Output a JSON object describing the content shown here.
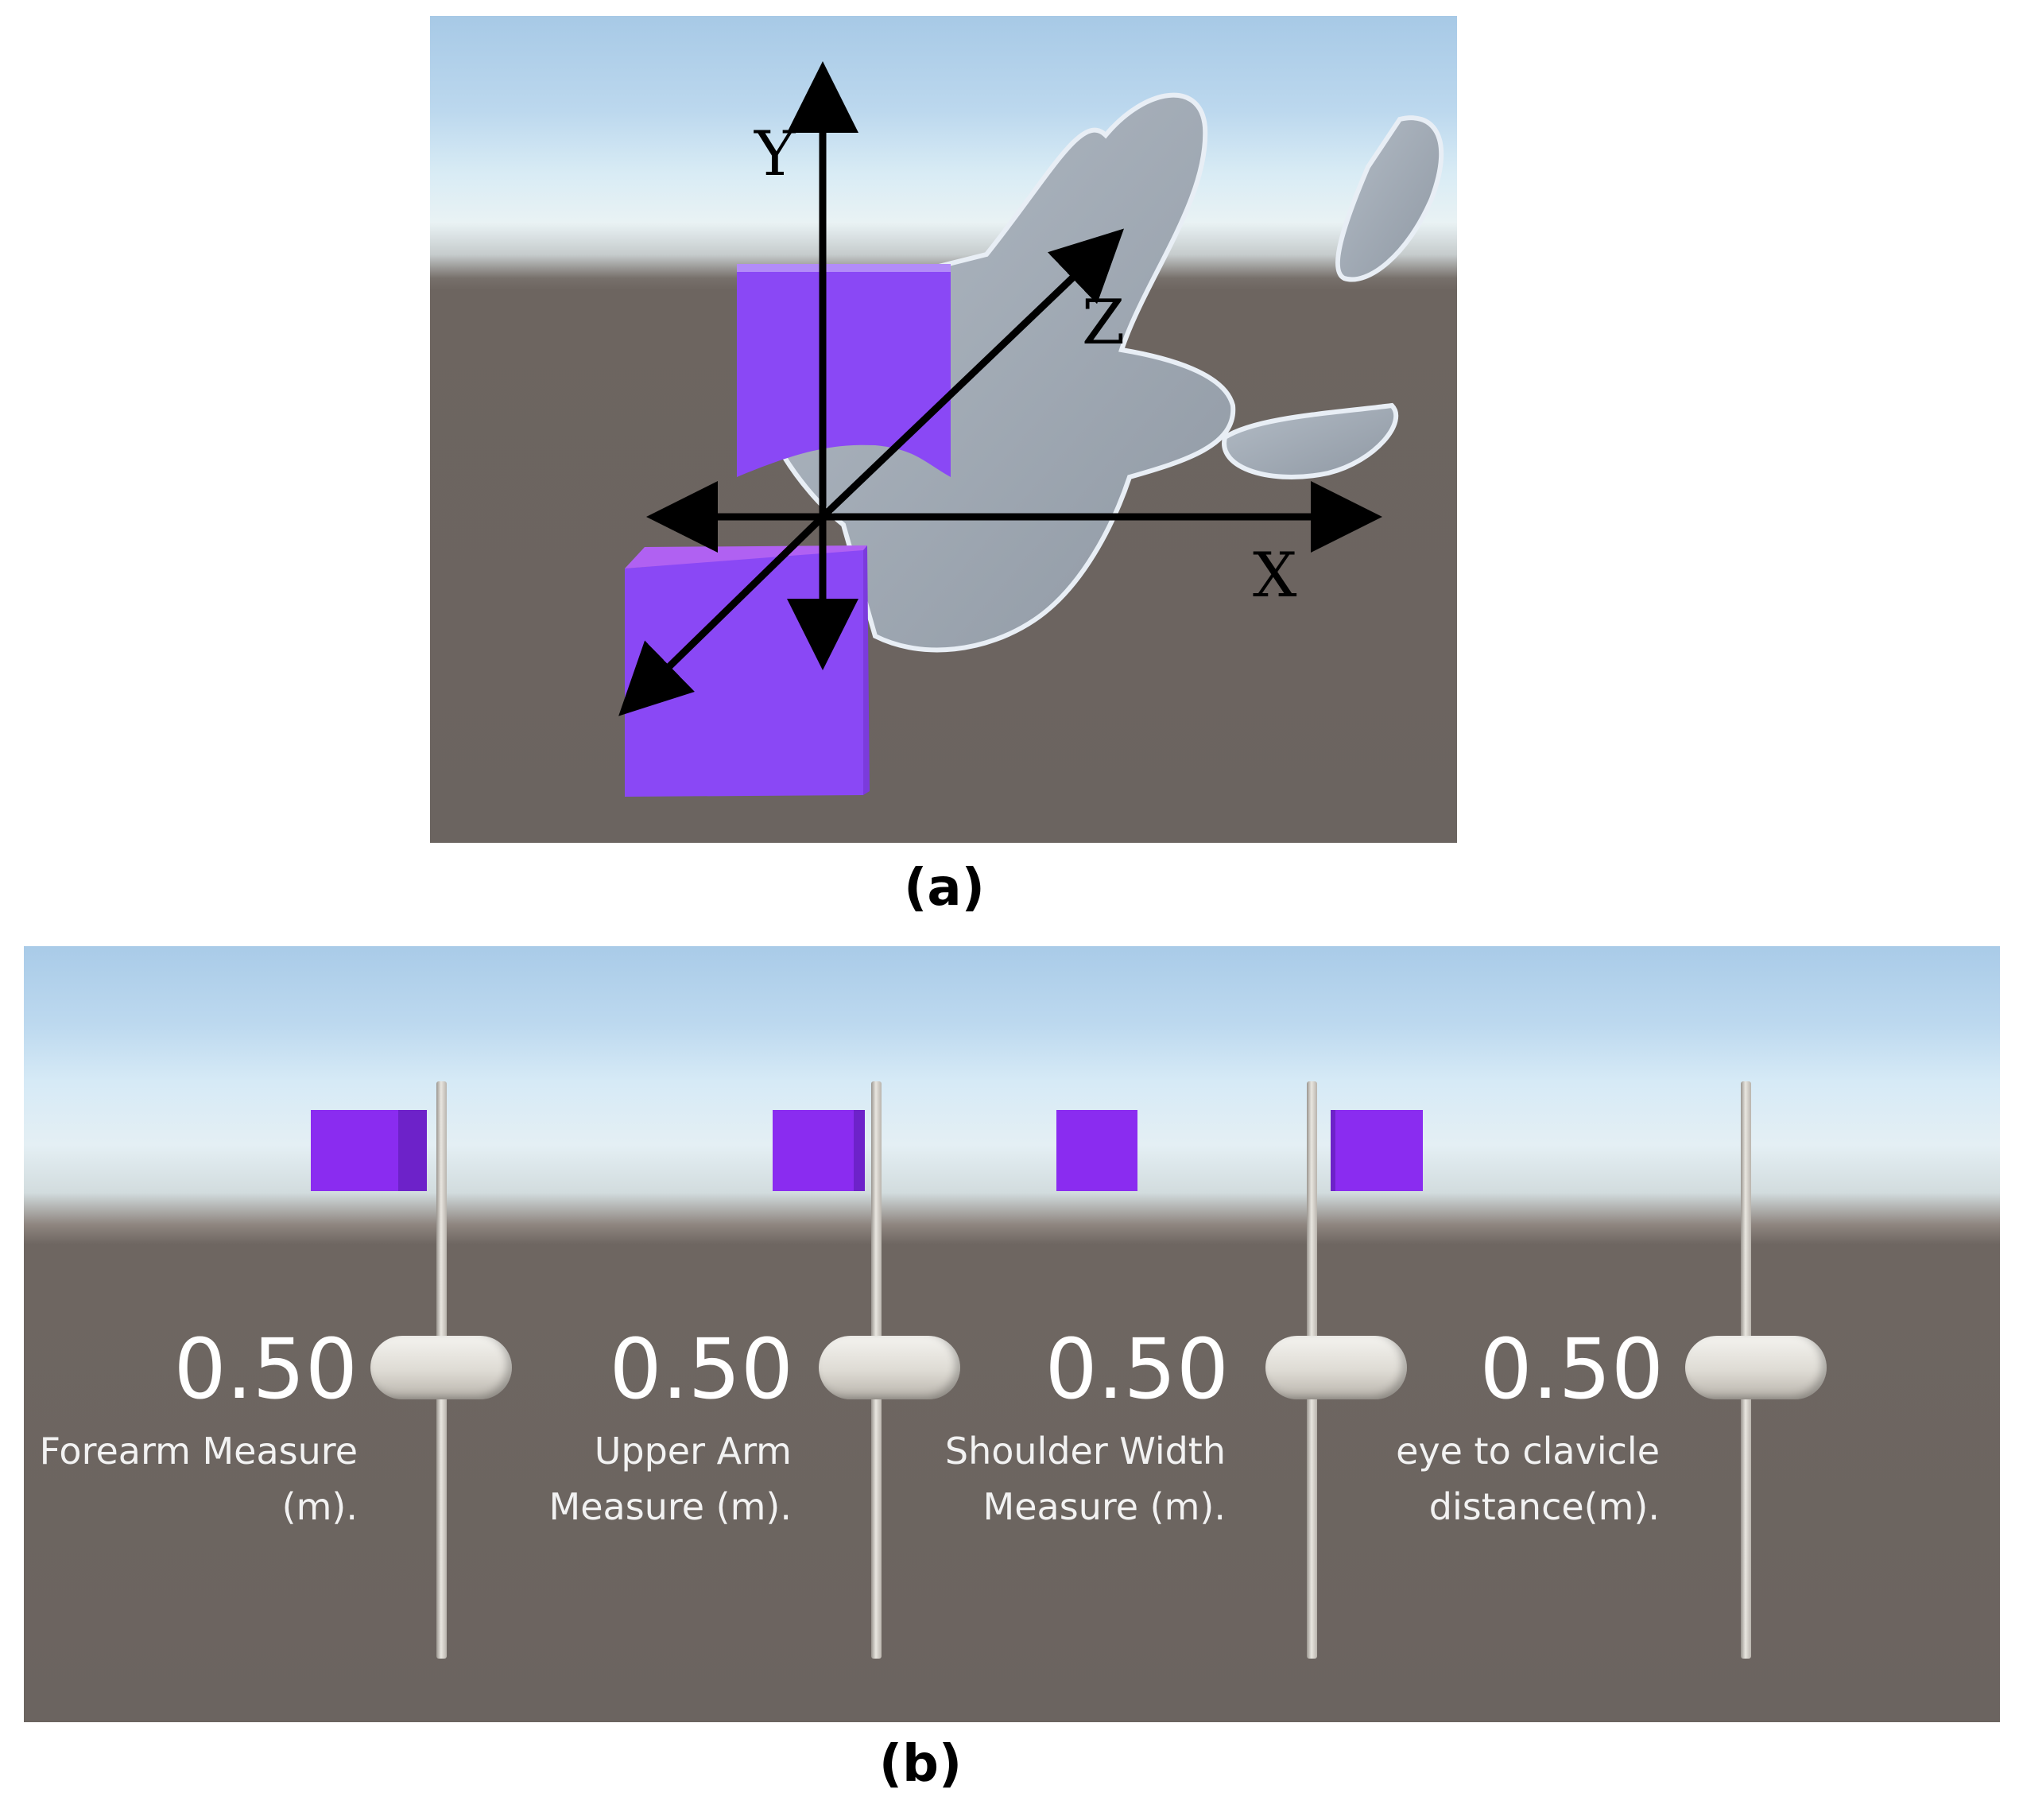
{
  "panel_a": {
    "caption": "(a)",
    "axes": {
      "x": "X",
      "y": "Y",
      "z": "Z"
    },
    "cube_color": "#8a2cf0"
  },
  "panel_b": {
    "caption": "(b)",
    "cube_color": "#8a2cf0",
    "sliders": [
      {
        "value": "0.50",
        "label_line1": "Forearm Measure",
        "label_line2": "(m)."
      },
      {
        "value": "0.50",
        "label_line1": "Upper Arm",
        "label_line2": "Measure (m)."
      },
      {
        "value": "0.50",
        "label_line1": "Shoulder Width",
        "label_line2": "Measure (m)."
      },
      {
        "value": "0.50",
        "label_line1": "eye to clavicle",
        "label_line2": "distance(m)."
      }
    ]
  }
}
